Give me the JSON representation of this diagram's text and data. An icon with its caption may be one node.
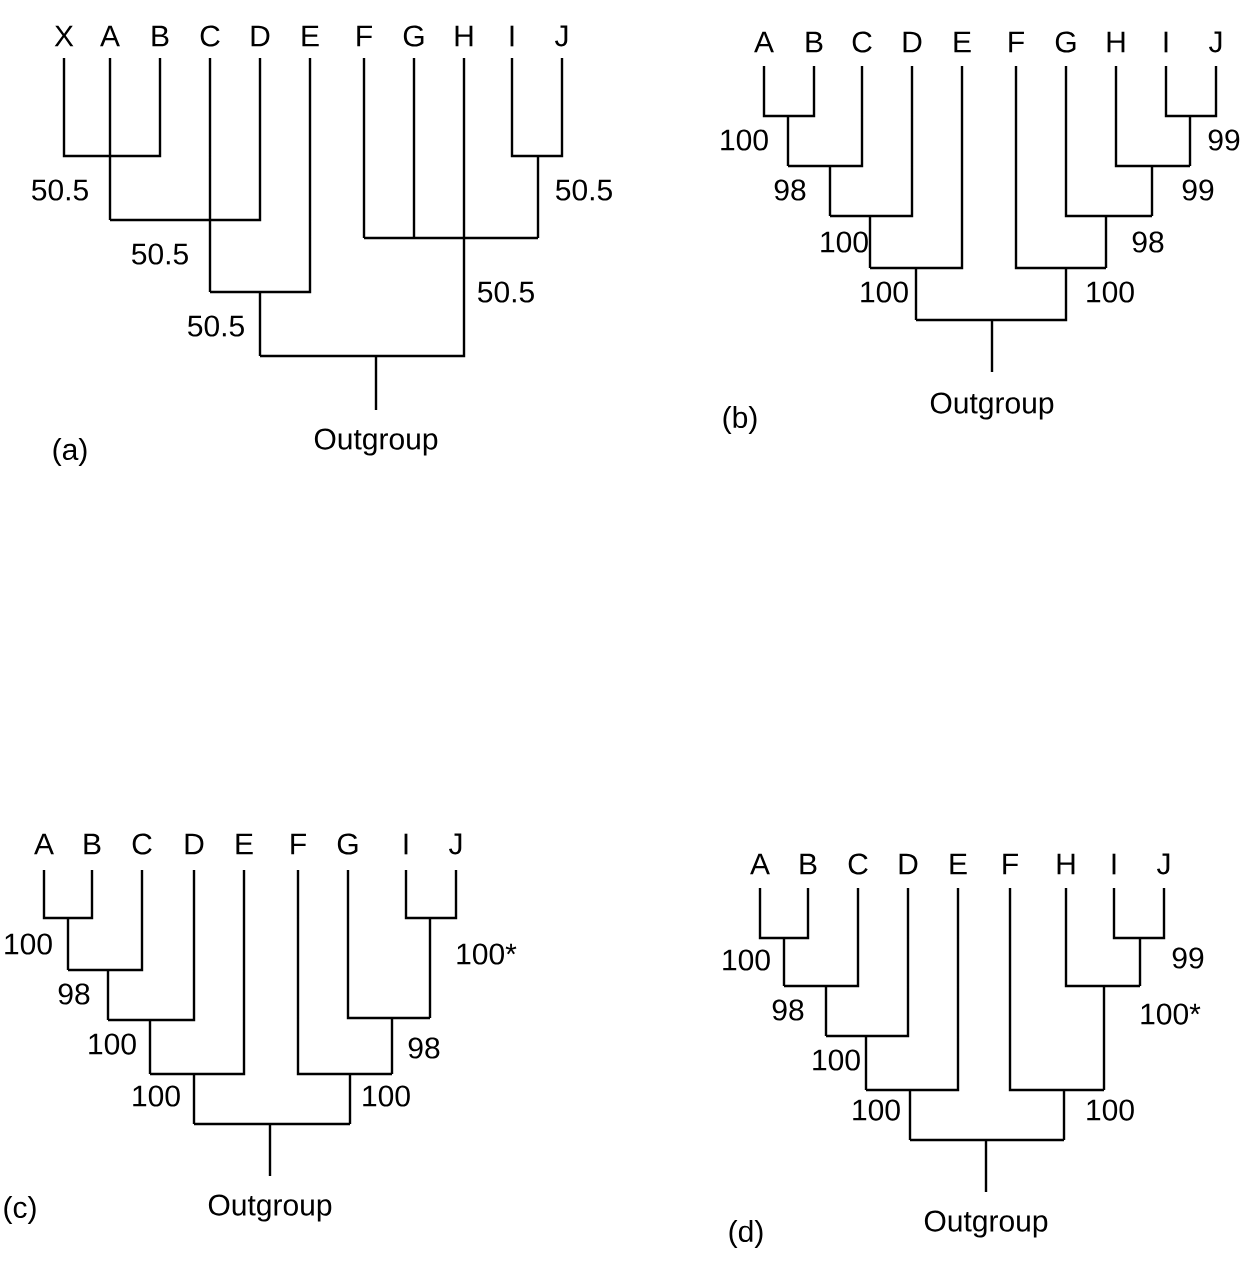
{
  "diagram": {
    "labels": [
      "X",
      "A",
      "B",
      "C",
      "D",
      "E",
      "F",
      "G",
      "H",
      "I",
      "J",
      "50.5",
      "50.5",
      "50.5",
      "50.5",
      "50.5",
      "(a)",
      "Outgroup",
      "A",
      "B",
      "C",
      "D",
      "E",
      "F",
      "G",
      "H",
      "I",
      "J",
      "100",
      "99",
      "98",
      "99",
      "100",
      "98",
      "100",
      "100",
      "(b)",
      "Outgroup",
      "A",
      "B",
      "C",
      "D",
      "E",
      "F",
      "G",
      "I",
      "J",
      "100",
      "100*",
      "98",
      "100",
      "98",
      "100",
      "100",
      "(c)",
      "Outgroup",
      "A",
      "B",
      "C",
      "D",
      "E",
      "F",
      "H",
      "I",
      "J",
      "100",
      "99",
      "98",
      "100*",
      "100",
      "100",
      "100",
      "(d)",
      "Outgroup"
    ]
  }
}
